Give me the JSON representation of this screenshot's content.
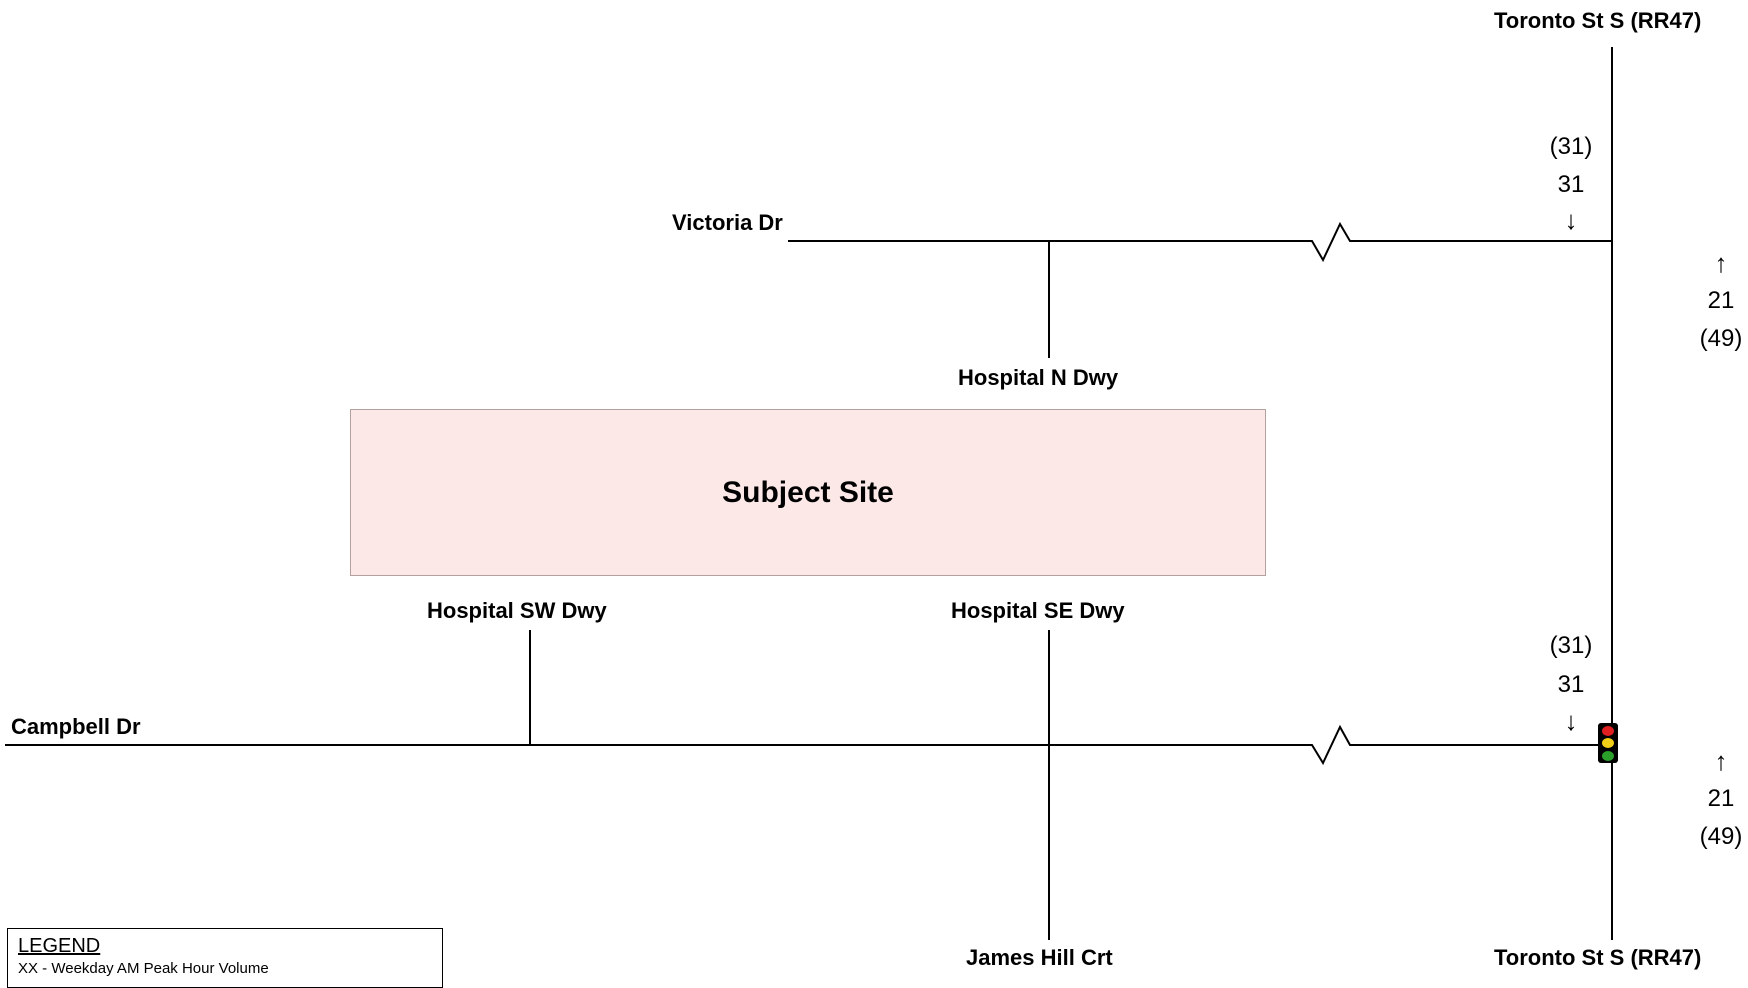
{
  "streets": {
    "toronto_top": "Toronto St S (RR47)",
    "toronto_bottom": "Toronto St S (RR47)",
    "victoria": "Victoria Dr",
    "campbell": "Campbell Dr",
    "hospital_n": "Hospital N Dwy",
    "hospital_sw": "Hospital SW Dwy",
    "hospital_se": "Hospital SE Dwy",
    "james_hill": "James Hill Crt"
  },
  "site": {
    "label": "Subject Site",
    "fill_color": "#fde8e8"
  },
  "volumes": {
    "victoria_sb": {
      "pm": "(31)",
      "am": "31",
      "arrow": "↓"
    },
    "victoria_nb": {
      "pm": "(49)",
      "am": "21",
      "arrow": "↑"
    },
    "campbell_sb": {
      "pm": "(31)",
      "am": "31",
      "arrow": "↓"
    },
    "campbell_nb": {
      "pm": "(49)",
      "am": "21",
      "arrow": "↑"
    }
  },
  "traffic_signal": {
    "icon": "traffic-signal-icon",
    "colors": [
      "#e02020",
      "#f2d017",
      "#2aa02a"
    ]
  },
  "legend": {
    "title": "LEGEND",
    "row": "XX - Weekday AM Peak Hour Volume"
  }
}
